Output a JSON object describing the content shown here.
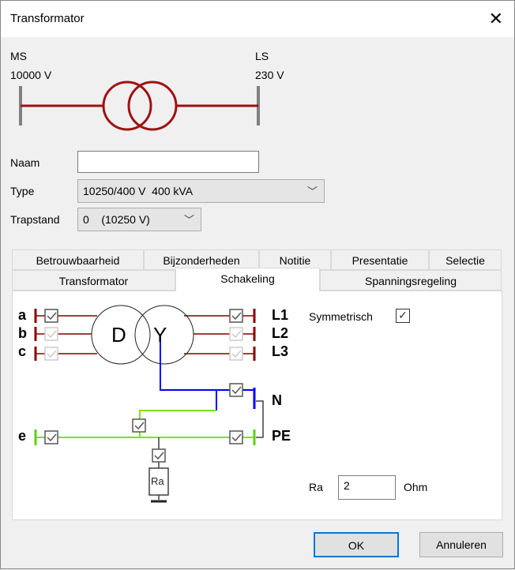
{
  "window": {
    "title": "Transformator",
    "close_icon": "close-icon"
  },
  "diagram": {
    "ms_label": "MS",
    "ms_voltage": "10000 V",
    "ls_label": "LS",
    "ls_voltage": "230 V",
    "colors": {
      "winding": "#a01010",
      "rail": "#808080"
    }
  },
  "form": {
    "naam_label": "Naam",
    "naam_value": "",
    "type_label": "Type",
    "type_value": "10250/400 V  400 kVA",
    "trapstand_label": "Trapstand",
    "trapstand_value": "0    (10250 V)"
  },
  "tabs": {
    "row1": [
      "Betrouwbaarheid",
      "Bijzonderheden",
      "Notitie",
      "Presentatie",
      "Selectie"
    ],
    "row2": [
      "Transformator",
      "Schakeling",
      "Spanningsregeling"
    ],
    "active": "Schakeling"
  },
  "schakeling": {
    "left_labels": [
      "a",
      "b",
      "c",
      "e"
    ],
    "right_labels": [
      "L1",
      "L2",
      "L3",
      "N",
      "PE"
    ],
    "primary_winding": "D",
    "secondary_winding": "Y",
    "ra_box": "Ra",
    "symmetrisch_label": "Symmetrisch",
    "symmetrisch_checked": true,
    "ra_label": "Ra",
    "ra_value": "2",
    "ra_unit": "Ohm",
    "colors": {
      "phase": "#a04040",
      "neutral": "#0000ff",
      "earth": "#80e020",
      "wire": "#404040"
    }
  },
  "buttons": {
    "ok": "OK",
    "cancel": "Annuleren"
  }
}
